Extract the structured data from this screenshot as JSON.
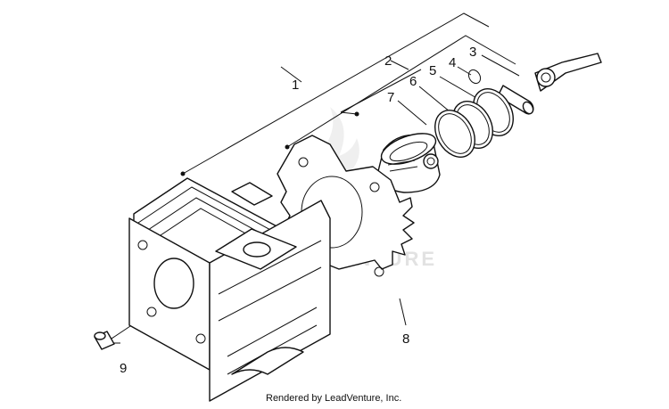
{
  "diagram": {
    "callouts": [
      {
        "id": "callout-1",
        "text": "1"
      },
      {
        "id": "callout-2",
        "text": "2"
      },
      {
        "id": "callout-3",
        "text": "3"
      },
      {
        "id": "callout-4",
        "text": "4"
      },
      {
        "id": "callout-5",
        "text": "5"
      },
      {
        "id": "callout-6",
        "text": "6"
      },
      {
        "id": "callout-7",
        "text": "7"
      },
      {
        "id": "callout-8",
        "text": "8"
      },
      {
        "id": "callout-9",
        "text": "9"
      }
    ],
    "watermark": "LEADVENTURE",
    "credit": "Rendered by LeadVenture, Inc."
  },
  "colors": {
    "line": "#111111",
    "background": "#ffffff",
    "watermark": "#e2e2e2"
  }
}
